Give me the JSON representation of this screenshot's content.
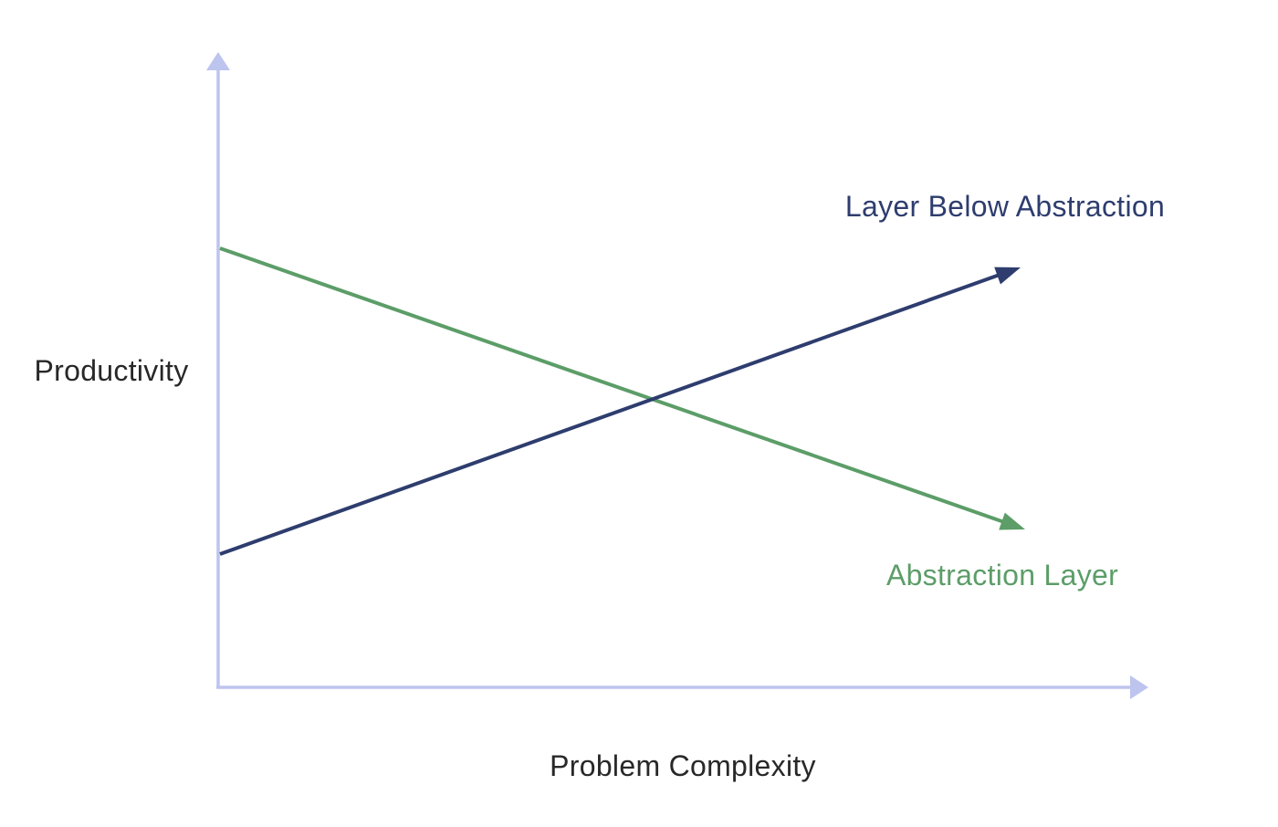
{
  "diagram": {
    "background_color": "#ffffff",
    "axis_color": "#bdc4ee",
    "axis_text_color": "#282828",
    "y_axis_label": "Productivity",
    "x_axis_label": "Problem Complexity",
    "lines": [
      {
        "label": "Layer Below Abstraction",
        "color": "#2e3d6e",
        "trend": "rising"
      },
      {
        "label": "Abstraction Layer",
        "color": "#5c9d68",
        "trend": "falling"
      }
    ]
  }
}
